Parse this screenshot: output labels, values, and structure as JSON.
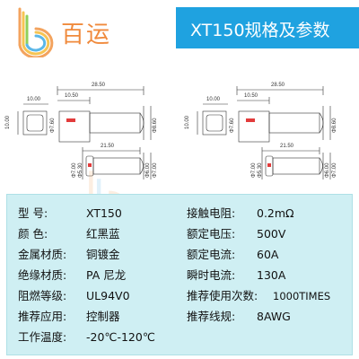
{
  "header": {
    "brand_name": "百运",
    "title": "XT150规格及参数"
  },
  "drawing": {
    "left": {
      "dim_top": "28.50",
      "dim_mid": "10.50",
      "dim_small": "10.00",
      "dim_side": "10.00",
      "dim_d1": "Φ7.60",
      "dim_d2": "Φ8.60",
      "dim_bottom": "21.50",
      "dim_b1": "Φ7.00",
      "dim_b2": "Φ5.30",
      "dim_b3": "Φ6.00",
      "dim_b4": "Φ7.00"
    },
    "right": {
      "dim_top": "28.50",
      "dim_mid": "10.50",
      "dim_small": "10.00",
      "dim_side": "10.00",
      "dim_d1": "Φ7.60",
      "dim_d2": "Φ8.60",
      "dim_bottom": "21.50",
      "dim_b1": "Φ7.00",
      "dim_b2": "Φ5.30",
      "dim_b3": "Φ6.00",
      "dim_b4": "Φ7.00"
    }
  },
  "specs": [
    {
      "l1": "型    号:",
      "v1": "XT150",
      "l2": "接触电阻:",
      "v2": "0.2mΩ"
    },
    {
      "l1": "颜    色:",
      "v1": "红黑蓝",
      "l2": "额定电压:",
      "v2": "500V"
    },
    {
      "l1": "金属材质:",
      "v1": "铜镀金",
      "l2": "额定电流:",
      "v2": "60A"
    },
    {
      "l1": "绝缘材质:",
      "v1": "PA 尼龙",
      "l2": "瞬时电流:",
      "v2": "130A"
    },
    {
      "l1": "阻燃等级:",
      "v1": "UL94V0",
      "l2": "推荐使用次数:",
      "v2": "1000TIMES"
    },
    {
      "l1": "推荐应用:",
      "v1": "控制器",
      "l2": "推荐线规:",
      "v2": "8AWG"
    },
    {
      "l1": "工作温度:",
      "v1": "-20℃-120℃",
      "l2": "",
      "v2": ""
    }
  ],
  "colors": {
    "title_bar": "#1fa2e0",
    "brand": "#f08a3c",
    "panel": "#cfeff3"
  }
}
